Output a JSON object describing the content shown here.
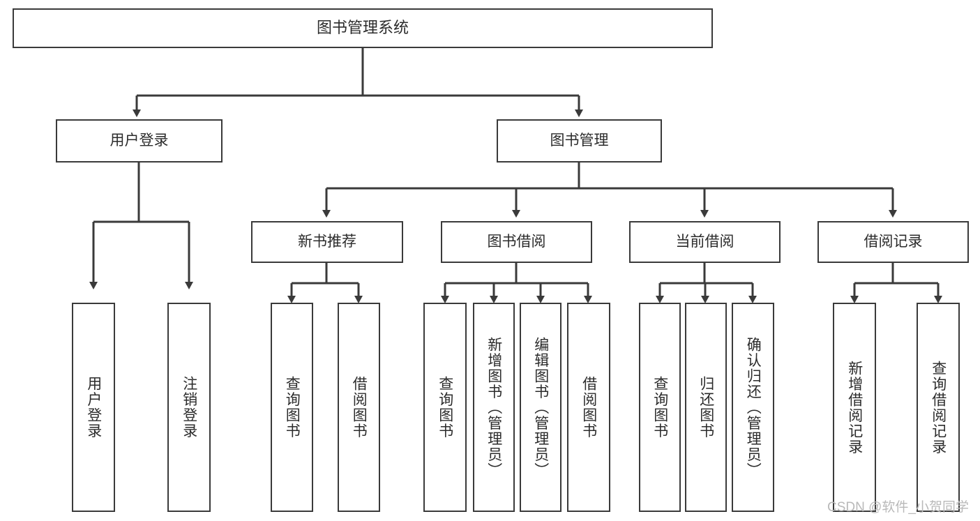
{
  "diagram": {
    "type": "tree-hierarchy-diagram",
    "title": "图书管理系统",
    "root": {
      "label": "图书管理系统"
    },
    "level2": [
      {
        "label": "用户登录"
      },
      {
        "label": "图书管理"
      }
    ],
    "level3": [
      {
        "label": "新书推荐"
      },
      {
        "label": "图书借阅"
      },
      {
        "label": "当前借阅"
      },
      {
        "label": "借阅记录"
      }
    ],
    "leaves": {
      "user_login": [
        {
          "label": "用户登录"
        },
        {
          "label": "注销登录"
        }
      ],
      "new_book_recommend": [
        {
          "label": "查询图书"
        },
        {
          "label": "借阅图书"
        }
      ],
      "book_borrow": [
        {
          "label": "查询图书"
        },
        {
          "label": "新增图书（管理员）"
        },
        {
          "label": "编辑图书（管理员）"
        },
        {
          "label": "借阅图书"
        }
      ],
      "current_borrow": [
        {
          "label": "查询图书"
        },
        {
          "label": "归还图书"
        },
        {
          "label": "确认归还（管理员）"
        }
      ],
      "borrow_record": [
        {
          "label": "新增借阅记录"
        },
        {
          "label": "查询借阅记录"
        }
      ]
    }
  },
  "watermark": {
    "text": "CSDN @软件_小贺同学"
  },
  "colors": {
    "stroke": "#3a3a3a",
    "text": "#2b2b2b",
    "background": "#ffffff",
    "watermark": "#b9b9b9"
  }
}
